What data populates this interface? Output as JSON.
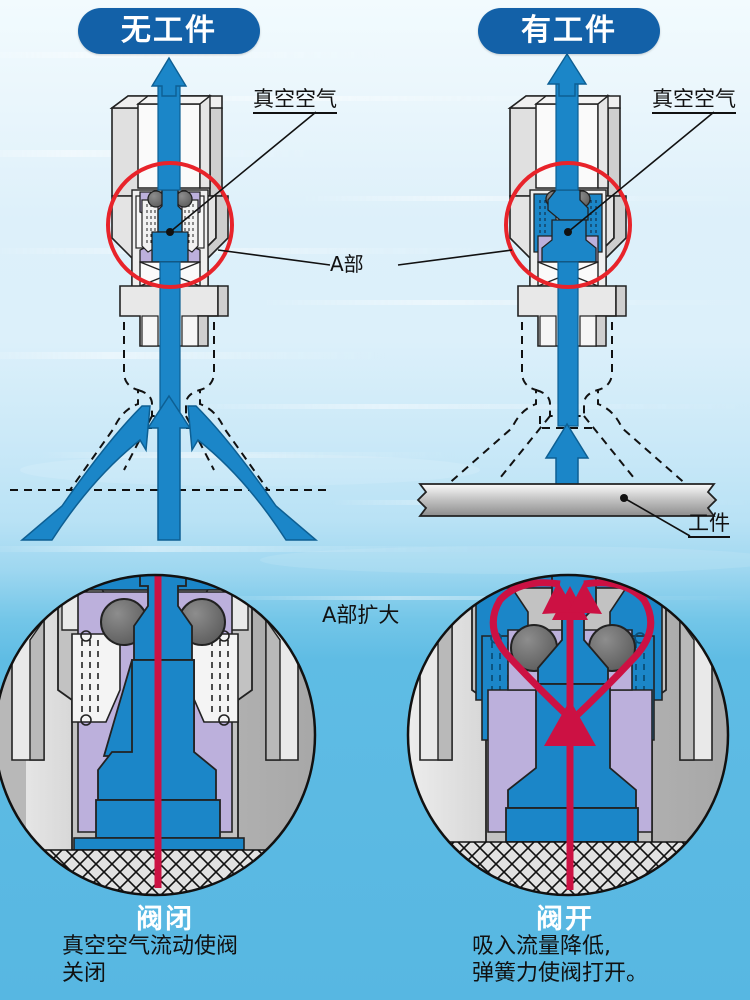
{
  "figure": {
    "kind": "technical-cutaway-diagram",
    "subject": "vacuum-pad-check-valve-operation"
  },
  "panels": {
    "left": {
      "badge": "无工件",
      "vacuum_label": "真空空气",
      "caption_title": "阀闭",
      "caption_body": "真空空气流动使阀\n关闭"
    },
    "right": {
      "badge": "有工件",
      "vacuum_label": "真空空气",
      "workpiece_label": "工件",
      "caption_title": "阀开",
      "caption_body": "吸入流量降低,\n弹簧力使阀打开。"
    }
  },
  "callouts": {
    "detail_marker": "A部",
    "detail_enlarged": "A部扩大"
  },
  "colors": {
    "badge_blue": "#1361a8",
    "flow_blue": "#1b86c8",
    "arrow_red": "#cc1143",
    "circle_red": "#e8232a",
    "metal_grey": "#c9c9c9",
    "metal_light": "#ececec",
    "seal_violet": "#bcb0dc",
    "ball_grey": "#6c6c6c",
    "bg_bottom_blue": "#5fb9e0",
    "caption_text": "#111111"
  }
}
